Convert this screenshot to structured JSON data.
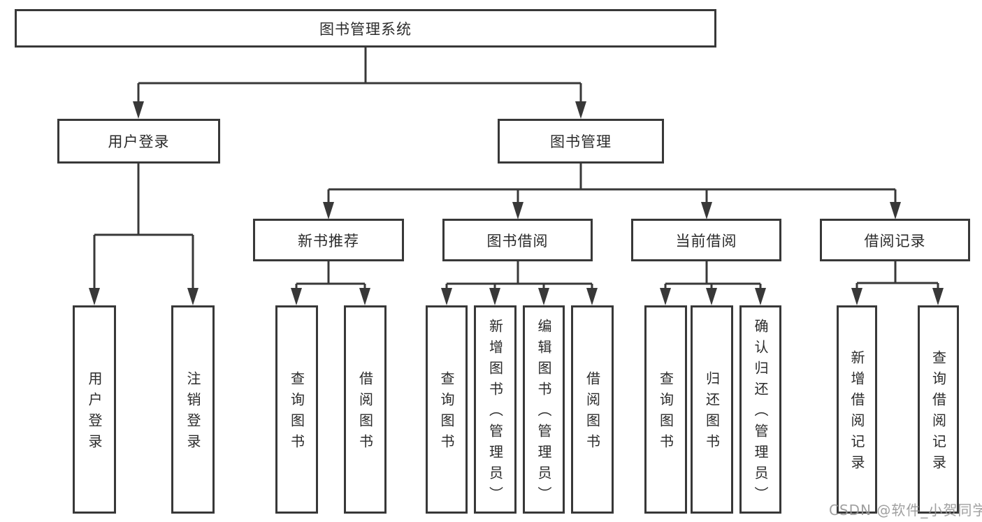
{
  "colors": {
    "line": "#383838",
    "box_border": "#383838",
    "box_background": "#ffffff",
    "text": "#2b2b2b",
    "watermark": "#969696"
  },
  "nodes": {
    "root": "图书管理系统",
    "user_login": "用户登录",
    "book_mgmt": "图书管理",
    "new_book_rec": "新书推荐",
    "book_borrow": "图书借阅",
    "current_borrow": "当前借阅",
    "borrow_records": "借阅记录",
    "leaf_user_login": "用户登录",
    "leaf_logout": "注销登录",
    "leaf_query_book_rec": "查询图书",
    "leaf_borrow_book_rec": "借阅图书",
    "leaf_query_book_borrow": "查询图书",
    "leaf_add_book_admin": "新增图书（管理员）",
    "leaf_edit_book_admin": "编辑图书（管理员）",
    "leaf_borrow_book_borrow": "借阅图书",
    "leaf_query_book_current": "查询图书",
    "leaf_return_book": "归还图书",
    "leaf_confirm_return_admin": "确认归还（管理员）",
    "leaf_add_borrow_record": "新增借阅记录",
    "leaf_query_borrow_record": "查询借阅记录"
  },
  "watermark": "CSDN @软件_小贺同学"
}
